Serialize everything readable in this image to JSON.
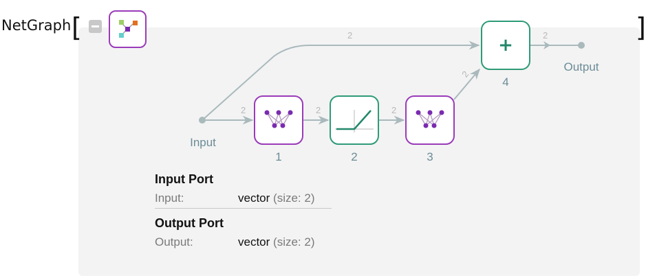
{
  "header": {
    "title": "NetGraph",
    "open_bracket": "[",
    "close_bracket": "]"
  },
  "graph": {
    "input_label": "Input",
    "output_label": "Output",
    "nodes": [
      {
        "id": "1",
        "kind": "linear",
        "color": "#9a3bb8"
      },
      {
        "id": "2",
        "kind": "ramp",
        "color": "#2e9a78"
      },
      {
        "id": "3",
        "kind": "linear",
        "color": "#9a3bb8"
      },
      {
        "id": "4",
        "kind": "total",
        "color": "#2e9a78",
        "symbol": "+"
      }
    ],
    "edge_dims": [
      "2",
      "2",
      "2",
      "2",
      "2",
      "2"
    ]
  },
  "ports": {
    "input_title": "Input Port",
    "input_key": "Input:",
    "input_type": "vector",
    "input_size": "(size: 2)",
    "output_title": "Output Port",
    "output_key": "Output:",
    "output_type": "vector",
    "output_size": "(size: 2)"
  },
  "colors": {
    "edge": "#a9b9bc",
    "linear_layer": "#9a3bb8",
    "elementwise_layer": "#2e9a78",
    "node_label": "#6b8c97",
    "panel": "#f3f3f3"
  }
}
